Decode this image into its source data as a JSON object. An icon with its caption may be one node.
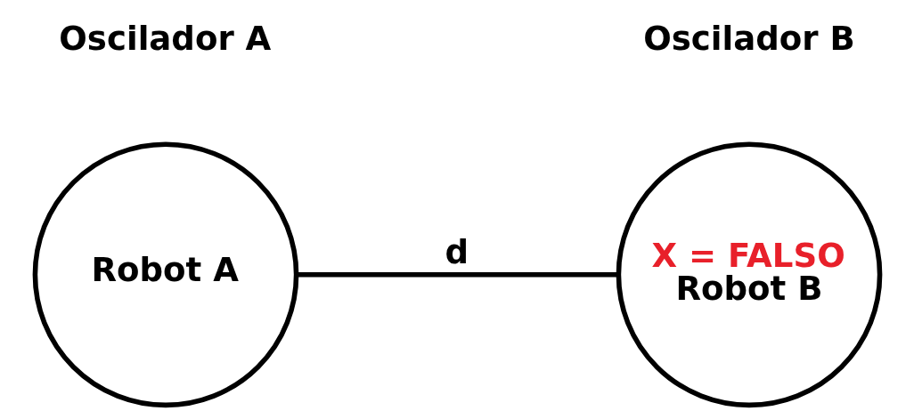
{
  "diagram": {
    "nodes": [
      {
        "text": [
          "Robot A"
        ]
      },
      {
        "text": [
          "X = FALSO",
          "Robot B"
        ]
      }
    ],
    "edges": [
      {
        "from": 0,
        "to": 1,
        "arrow": "none",
        "label": "d"
      }
    ],
    "labels": [
      "Oscilador A",
      "Oscilador B"
    ]
  }
}
